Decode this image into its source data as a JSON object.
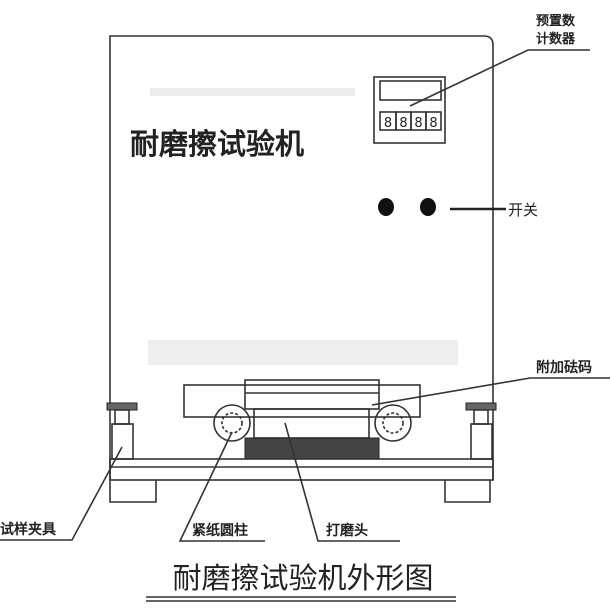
{
  "machine_label": "耐磨擦试验机",
  "counter_digits": [
    "8",
    "8",
    "8",
    "8"
  ],
  "labels": {
    "counter_line1": "预置数",
    "counter_line2": "计数器",
    "switch": "开关",
    "weight": "附加砝码",
    "clamp": "试样夹具",
    "paper_roller": "紧纸圆柱",
    "grinding_head": "打磨头"
  },
  "caption": "耐磨擦试验机外形图"
}
